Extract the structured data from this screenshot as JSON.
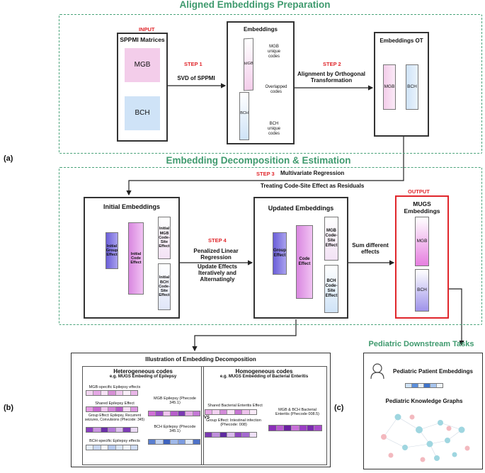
{
  "labels": {
    "a": "(a)",
    "b": "(b)",
    "c": "(c)"
  },
  "section1": {
    "title": "Aligned Embeddings Preparation",
    "input_tag": "INPUT",
    "sppmi_title": "SPPMI Matrices",
    "mgb": "MGB",
    "bch": "BCH",
    "step1": "STEP 1",
    "step1_text": "SVD of SPPMI",
    "emb_title": "Embeddings",
    "mgb_unique": "MGB unique codes",
    "overlapped": "Overlapped codes",
    "bch_unique": "BCH unique codes",
    "step2": "STEP 2",
    "step2_text": "Alignment by Orthogonal Transformation",
    "ot_title": "Embeddings OT"
  },
  "section2": {
    "title": "Embedding Decomposition & Estimation",
    "step3": "STEP 3",
    "step3_text": "Multivariate Regression",
    "residual_text": "Treating Code-Site Effect as Residuals",
    "init_title": "Initial Embeddings",
    "init_group": "Initial Group Effect",
    "init_code": "Initial Code Effect",
    "init_mgb": "Initial MGB Code-Site Effect",
    "init_bch": "Initial BCH Code-Site Effect",
    "step4": "STEP 4",
    "step4_text": "Penalized Linear Regression",
    "step4_text2": "Update Effects Iteratively and Alternatingly",
    "upd_title": "Updated Embeddings",
    "group": "Group Effect",
    "code": "Code Effect",
    "mgb_cs": "MGB Code-Site Effect",
    "bch_cs": "BCH Code-Site Effect",
    "sum": "Sum different effects",
    "output_tag": "OUTPUT",
    "mugs_title": "MUGS Embeddings",
    "mugs_mgb": "MGB",
    "mugs_bch": "BCH"
  },
  "panel_b": {
    "title": "Illustration of Embedding Decomposition",
    "hetero_title": "Heterogeneous codes",
    "hetero_sub": "e.g. MUGS Embeding of Epilepsy",
    "mgb_specific": "MGB-specific Epilepsy effects",
    "shared": "Shared Epilepsy Effect",
    "group_effect": "Group Effect: Epilepsy, Recurrent seizures, Convulsions (Phecode: 345)",
    "bch_specific": "BCH-specific Epilepsy effects",
    "mgb_epi": "MGB Epilepsy (Phecode 345.1)",
    "bch_epi": "BCH Epilepsy (Phecode 345.1)",
    "vs": "VS",
    "homo_title": "Homogeneous codes",
    "homo_sub": "e.g. MUGS Embedding of Bacterial Enteritis",
    "shared_bact": "Shared Bacterial Enteritis Effect",
    "group_intest": "Group Effect: Intestinal infection (Phecode: 008)",
    "mgb_bch_bact": "MGB & BCH Bacterial Enteritis (Phecode 008.5)"
  },
  "panel_c": {
    "title": "Pediatric Downstream Tasks",
    "patient": "Pediatric Patient Embeddings",
    "kg": "Pediatric Knowledge Graphs"
  },
  "colors": {
    "green": "#3f9a6e",
    "red": "#e0262b",
    "pink": "#f3cdea",
    "blue": "#cfe3f7",
    "purple": "#7b6fe0",
    "magenta": "#e08ae0"
  }
}
